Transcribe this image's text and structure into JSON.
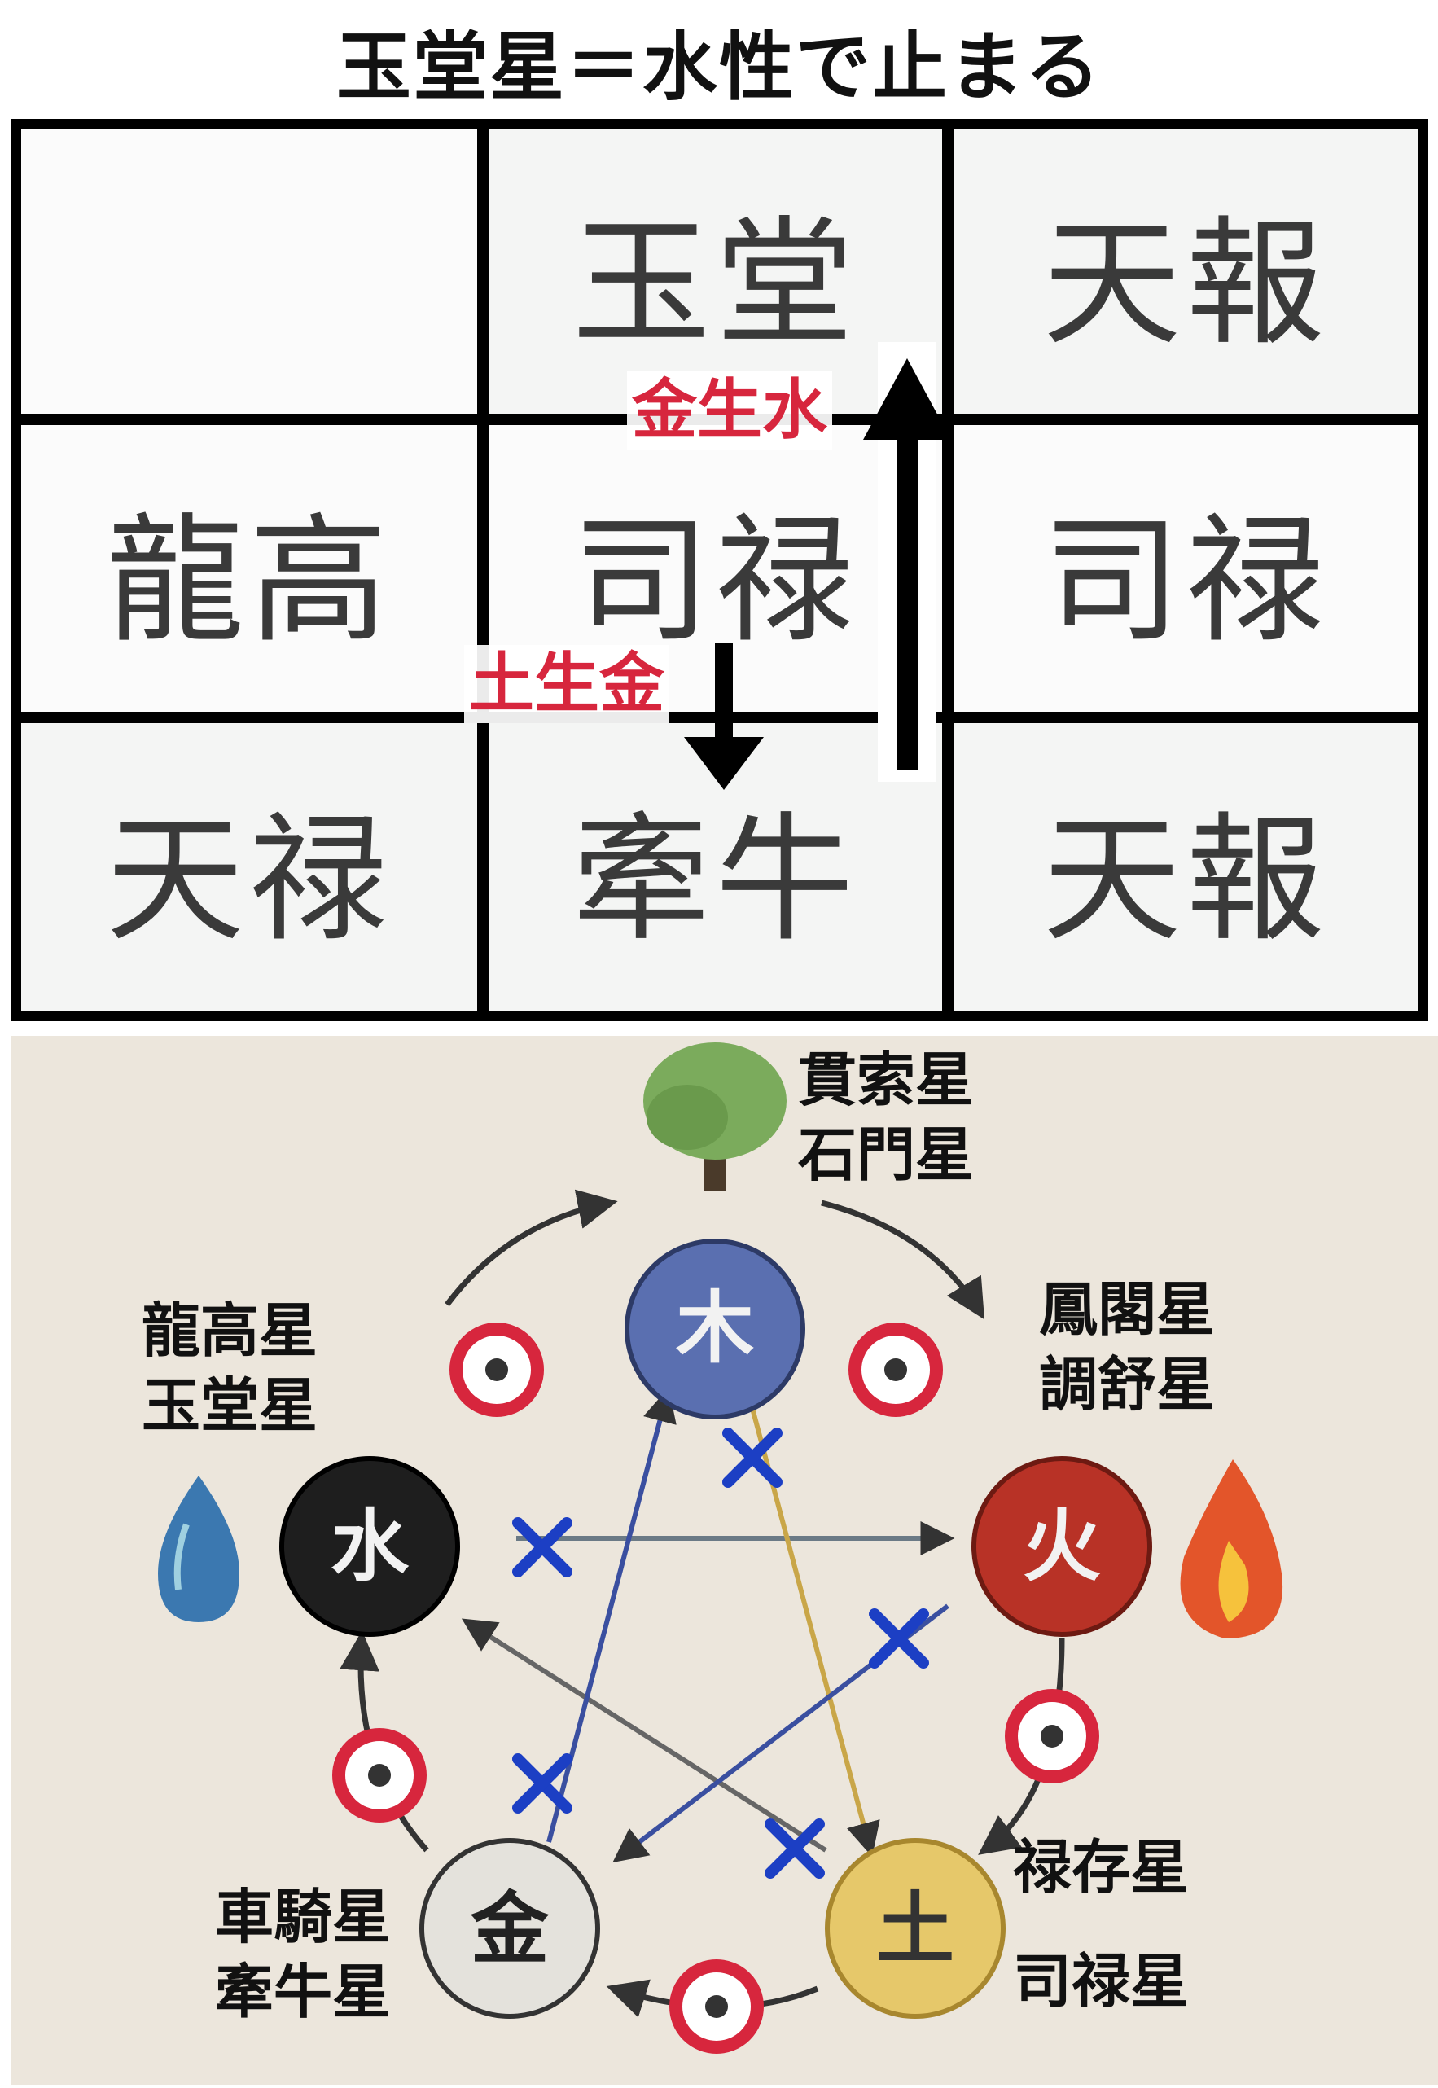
{
  "title": "玉堂星＝水性で止まる",
  "grid": {
    "cells": [
      [
        "",
        "玉堂",
        "天報"
      ],
      [
        "龍高",
        "司禄",
        "司禄"
      ],
      [
        "天禄",
        "牽牛",
        "天報"
      ]
    ],
    "arrow_up_label": "金生水",
    "arrow_down_label": "土生金"
  },
  "wuxing": {
    "elements": {
      "wood": "木",
      "fire": "火",
      "earth": "土",
      "metal": "金",
      "water": "水"
    },
    "star_labels": {
      "wood": [
        "貫索星",
        "石門星"
      ],
      "fire": [
        "鳳閣星",
        "調舒星"
      ],
      "earth": [
        "禄存星",
        "司禄星"
      ],
      "metal": [
        "車騎星",
        "牽牛星"
      ],
      "water": [
        "龍高星",
        "玉堂星"
      ]
    },
    "generating_mark": "○",
    "controlling_mark": "×"
  },
  "colors": {
    "label_red": "#d7263d",
    "generating_circle": "#d7263d",
    "controlling_x": "#1c3fc4",
    "wood": "#5a6fb0",
    "fire": "#b83226",
    "earth": "#e6c86a",
    "metal": "#e4e2dc",
    "water": "#1e1e1e",
    "paper": "#ece6dc"
  }
}
